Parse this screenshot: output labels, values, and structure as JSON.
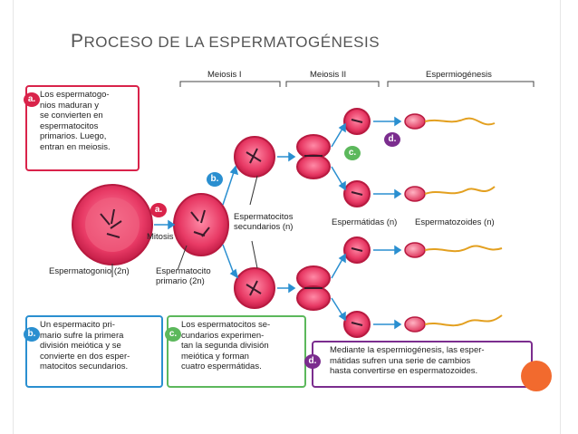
{
  "slide": {
    "title": "Proceso de la espermatogénesis"
  },
  "phases": {
    "meiosis1": "Meiosis I",
    "meiosis2": "Meiosis II",
    "spermiogenesis": "Espermiogénesis"
  },
  "tags": {
    "a": "a.",
    "b": "b.",
    "c": "c.",
    "d": "d."
  },
  "boxes": {
    "a": "Los espermatogo-\nnios maduran y\nse convierten en\nespermatocitos\nprimarios. Luego,\nentran en meiosis.",
    "b": "Un espermacito pri-\nmario sufre la primera\ndivisión meiótica y se\nconvierte en dos esper-\nmatocitos secundarios.",
    "c": "Los espermatocitos se-\ncundarios experimen-\ntan la segunda división\nmeiótica y forman\ncuatro espermátidas.",
    "d": "Mediante la espermiogénesis, las esper-\nmátidas sufren una serie de cambios\nhasta convertirse en espermatozoides."
  },
  "labels": {
    "mitosis": "Mitosis",
    "spermatogonium": "Espermatogonio (2n)",
    "primary": "Espermatocito\nprimario (2n)",
    "secondary": "Espermatocitos\nsecundarios (n)",
    "spermatids": "Espermátidas (n)",
    "spermatozoa": "Espermatozoides (n)"
  },
  "colors": {
    "red": "#d9234a",
    "blue": "#2a8fd0",
    "green": "#5cb85c",
    "purple": "#7b2d8e",
    "accent": "#f26a2e"
  }
}
